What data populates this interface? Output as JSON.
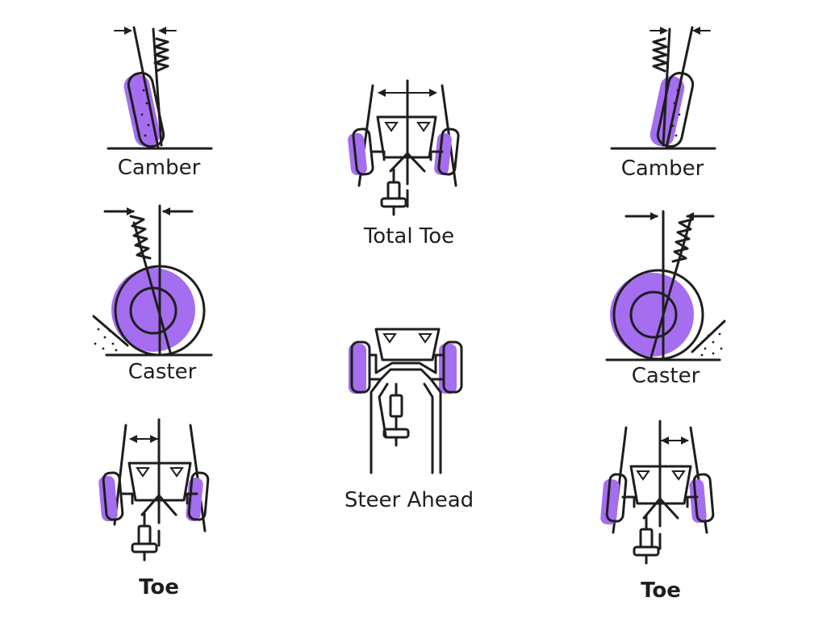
{
  "labels": {
    "camber_left": "Camber",
    "camber_right": "Camber",
    "total_toe": "Total Toe",
    "caster_left": "Caster",
    "caster_right": "Caster",
    "steer_ahead": "Steer Ahead",
    "toe_left": "Toe",
    "toe_right": "Toe"
  },
  "colors": {
    "accent": "#a56ef0",
    "line": "#1e1e1e"
  }
}
